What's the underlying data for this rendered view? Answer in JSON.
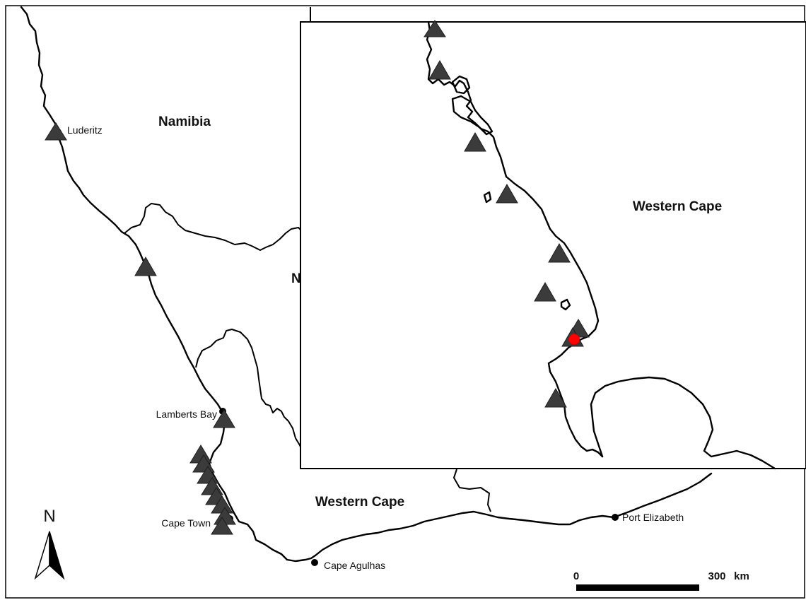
{
  "main_map": {
    "regions": [
      {
        "id": "namibia",
        "label": "Namibia"
      },
      {
        "id": "western-cape",
        "label": "Western Cape"
      },
      {
        "id": "northern-cape-partial",
        "label": "N"
      }
    ],
    "towns": [
      {
        "id": "luderitz",
        "label": "Luderitz"
      },
      {
        "id": "lamberts-bay",
        "label": "Lamberts Bay"
      },
      {
        "id": "cape-town",
        "label": "Cape Town"
      },
      {
        "id": "cape-agulhas",
        "label": "Cape Agulhas"
      },
      {
        "id": "port-elizabeth",
        "label": "Port Elizabeth"
      }
    ],
    "site_marker_count": 11
  },
  "inset_map": {
    "region_label": "Western Cape",
    "site_marker_count": 9,
    "highlight_marker_color": "#ff0000"
  },
  "north_arrow": {
    "label": "N"
  },
  "scale_bar": {
    "start_label": "0",
    "end_label": "300",
    "unit_label": "km"
  },
  "colors": {
    "land_line": "#000000",
    "site_marker": "#3b3b3b",
    "highlight": "#ff0000",
    "background": "#ffffff"
  }
}
